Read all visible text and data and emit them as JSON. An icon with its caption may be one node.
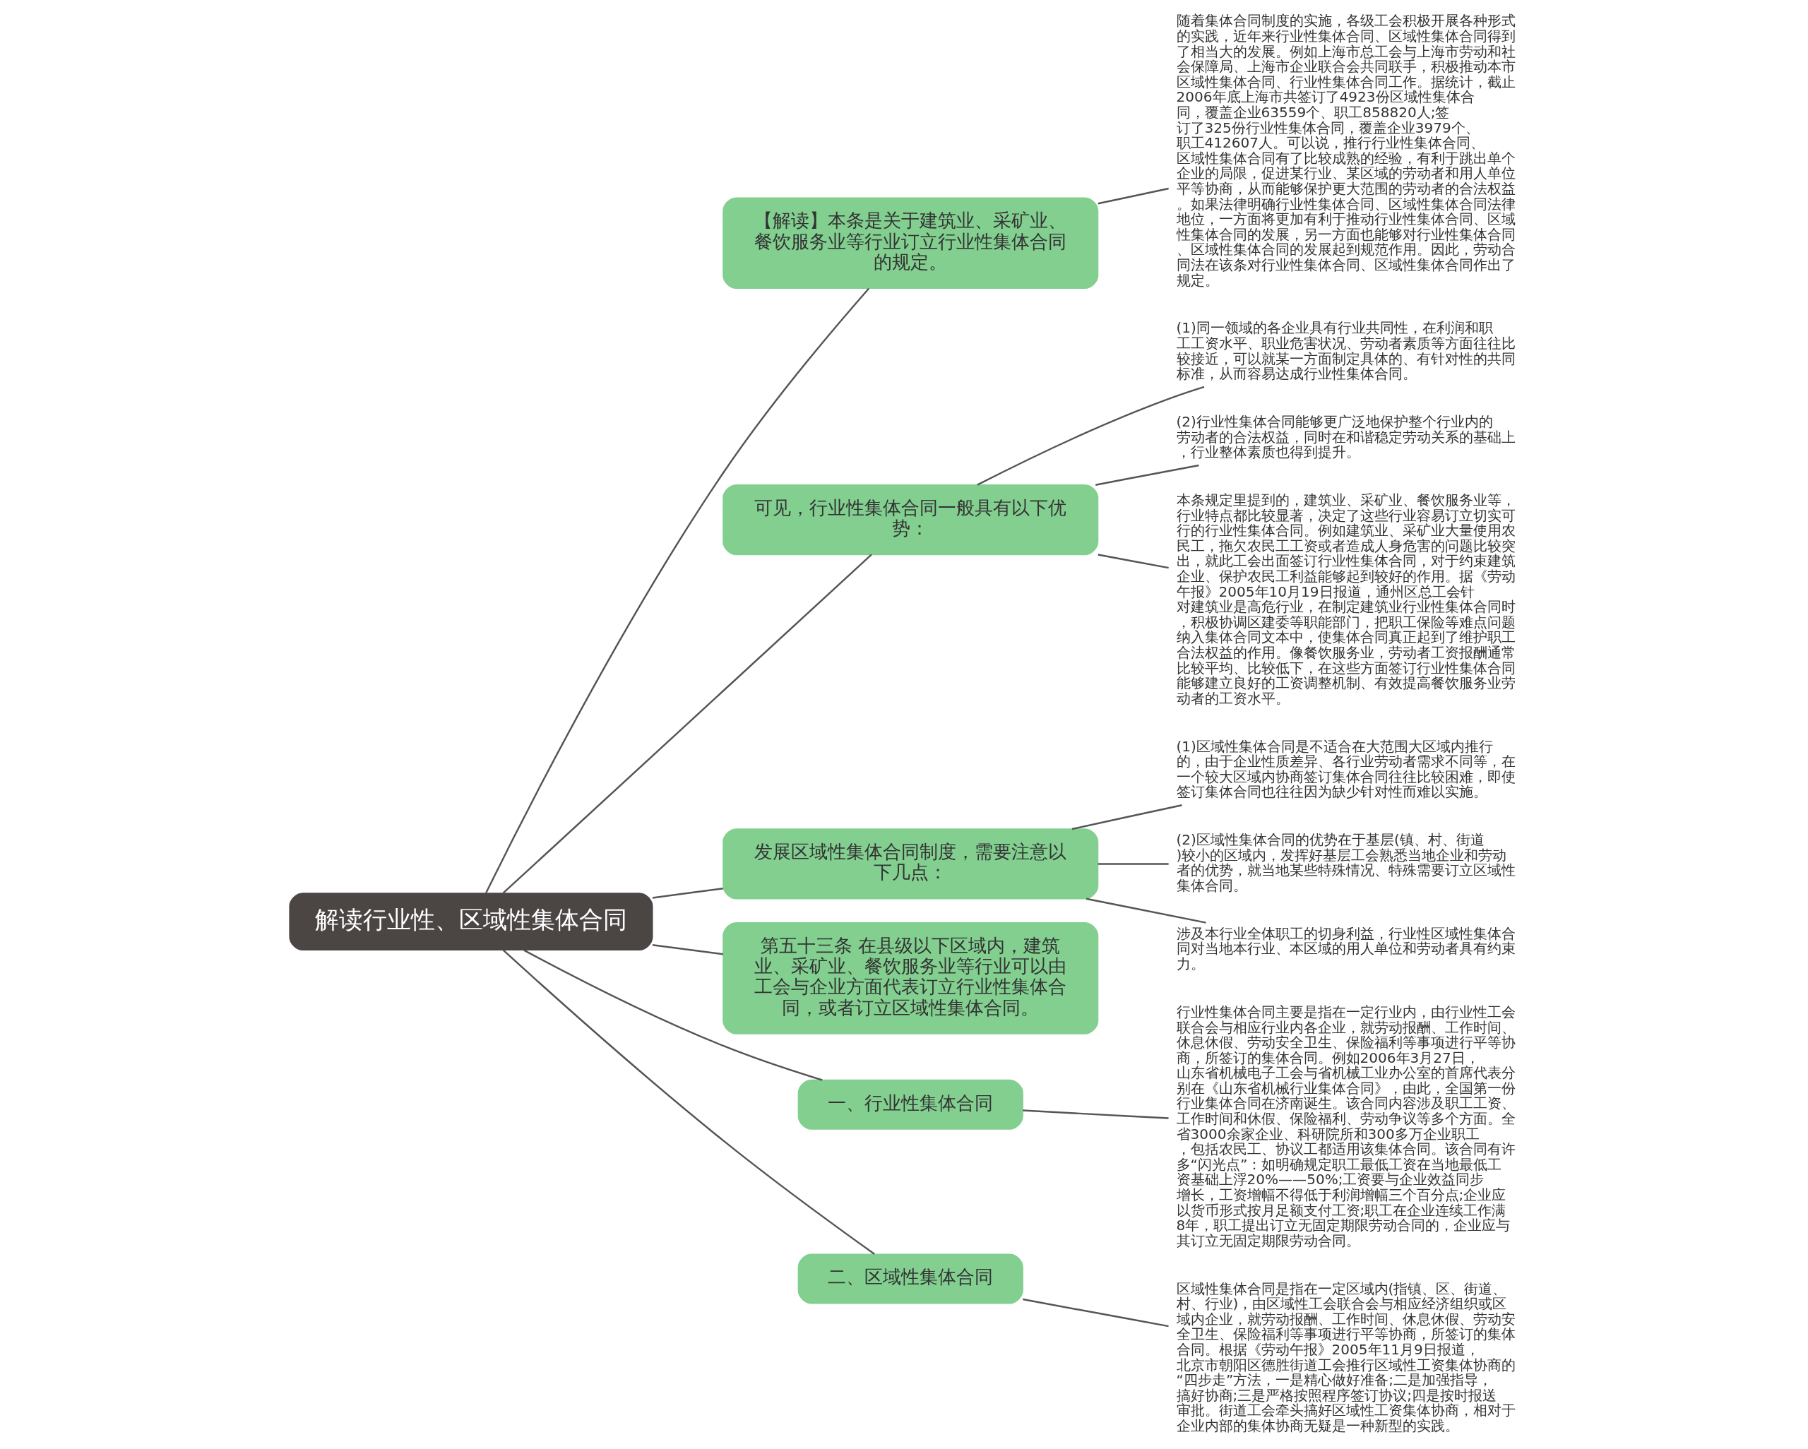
{
  "diagram": {
    "nodes": [
      {
        "text": [
          "解读行业性、区域性集体合同"
        ]
      },
      {
        "text": [
          "【解读】本条是关于建筑业、采矿业、餐饮服务业等行业订立行业性集体合同的规定。"
        ]
      },
      {
        "text": [
          "随着集体合同制度的实施，各级工会积极开展各种形式的实践，近年来行业性集体合同、区域性集体合同得到了相当大的发展。例如上海市总工会与上海市劳动和社会保障局、上海市企业联合会共同联手，积极推动本市区域性集体合同、行业性集体合同工作。据统计，截止2006年底上海市共签订了4923份区域性集体合同，覆盖企业63559个、职工858820人;签订了325份行业性集体合同，覆盖企业3979个、职工412607人。可以说，推行行业性集体合同、区域性集体合同有了比较成熟的经验，有利于跳出单个企业的局限，促进某行业、某区域的劳动者和用人单位平等协商，从而能够保护更大范围的劳动者的合法权益。如果法律明确行业性集体合同、区域性集体合同法律地位，一方面将更加有利于推动行业性集体合同、区域性集体合同的发展，另一方面也能够对行业性集体合同、区域性集体合同的发展起到规范作用。因此，劳动合同法在该条对行业性集体合同、区域性集体合同作出了规定。"
        ]
      },
      {
        "text": [
          "可见，行业性集体合同一般具有以下优势："
        ]
      },
      {
        "text": [
          "(1)同一领域的各企业具有行业共同性，在利润和职工工资水平、职业危害状况、劳动者素质等方面往往比较接近，可以就某一方面制定具体的、有针对性的共同标准，从而容易达成行业性集体合同。"
        ]
      },
      {
        "text": [
          "(2)行业性集体合同能够更广泛地保护整个行业内的劳动者的合法权益，同时在和谐稳定劳动关系的基础上，行业整体素质也得到提升。"
        ]
      },
      {
        "text": [
          "本条规定里提到的，建筑业、采矿业、餐饮服务业等，行业特点都比较显著，决定了这些行业容易订立切实可行的行业性集体合同。例如建筑业、采矿业大量使用农民工，拖欠农民工工资或者造成人身危害的问题比较突出，就此工会出面签订行业性集体合同，对于约束建筑企业、保护农民工利益能够起到较好的作用。据《劳动午报》2005年10月19日报道，通州区总工会针对建筑业是高危行业，在制定建筑业行业性集体合同时，积极协调区建委等职能部门，把职工保险等难点问题纳入集体合同文本中，使集体合同真正起到了维护职工合法权益的作用。像餐饮服务业，劳动者工资报酬通常比较平均、比较低下，在这些方面签订行业性集体合同能够建立良好的工资调整机制、有效提高餐饮服务业劳动者的工资水平。"
        ]
      },
      {
        "text": [
          "发展区域性集体合同制度，需要注意以下几点："
        ]
      },
      {
        "text": [
          "(1)区域性集体合同是不适合在大范围大区域内推行的，由于企业性质差异、各行业劳动者需求不同等，在一个较大区域内协商签订集体合同往往比较困难，即使签订集体合同也往往因为缺少针对性而难以实施。"
        ]
      },
      {
        "text": [
          "(2)区域性集体合同的优势在于基层(镇、村、街道)较小的区域内，发挥好基层工会熟悉当地企业和劳动者的优势，就当地某些特殊情况、特殊需要订立区域性集体合同。"
        ]
      },
      {
        "text": [
          "涉及本行业全体职工的切身利益，行业性区域性集体合同对当地本行业、本区域的用人单位和劳动者具有约束力。"
        ]
      },
      {
        "text": [
          "第五十三条 在县级以下区域内，建筑业、采矿业、餐饮服务业等行业可以由工会与企业方面代表订立行业性集体合同，或者订立区域性集体合同。"
        ]
      },
      {
        "text": [
          "一、行业性集体合同"
        ]
      },
      {
        "text": [
          "行业性集体合同主要是指在一定行业内，由行业性工会联合会与相应行业内各企业，就劳动报酬、工作时间、休息休假、劳动安全卫生、保险福利等事项进行平等协商，所签订的集体合同。例如2006年3月27日，山东省机械电子工会与省机械工业办公室的首席代表分别在《山东省机械行业集体合同》，由此，全国第一份行业集体合同在济南诞生。该合同内容涉及职工工资、工作时间和休假、保险福利、劳动争议等多个方面。全省3000余家企业、科研院所和300多万企业职工，包括农民工、协议工都适用该集体合同。该合同有许多“闪光点”：如明确规定职工最低工资在当地最低工资基础上浮20%——50%;工资要与企业效益同步增长，工资增幅不得低于利润增幅三个百分点;企业应以货币形式按月足额支付工资;职工在企业连续工作满8年，职工提出订立无固定期限劳动合同的，企业应与其订立无固定期限劳动合同。"
        ]
      },
      {
        "text": [
          "二、区域性集体合同"
        ]
      },
      {
        "text": [
          "区域性集体合同是指在一定区域内(指镇、区、街道、村、行业)，由区域性工会联合会与相应经济组织或区域内企业，就劳动报酬、工作时间、休息休假、劳动安全卫生、保险福利等事项进行平等协商，所签订的集体合同。根据《劳动午报》2005年11月9日报道，北京市朝阳区德胜街道工会推行区域性工资集体协商的“四步走”方法，一是精心做好准备;二是加强指导，搞好协商;三是严格按照程序签订协议;四是按时报送审批。街道工会牵头搞好区域性工资集体协商，相对于企业内部的集体协商无疑是一种新型的实践。"
        ]
      }
    ],
    "edges": [
      {
        "from": 0,
        "to": 1,
        "arrow": "none"
      },
      {
        "from": 1,
        "to": 2,
        "arrow": "none"
      },
      {
        "from": 0,
        "to": 3,
        "arrow": "none"
      },
      {
        "from": 3,
        "to": 4,
        "arrow": "none"
      },
      {
        "from": 3,
        "to": 5,
        "arrow": "none"
      },
      {
        "from": 3,
        "to": 6,
        "arrow": "none"
      },
      {
        "from": 0,
        "to": 7,
        "arrow": "none"
      },
      {
        "from": 7,
        "to": 8,
        "arrow": "none"
      },
      {
        "from": 7,
        "to": 9,
        "arrow": "none"
      },
      {
        "from": 7,
        "to": 10,
        "arrow": "none"
      },
      {
        "from": 0,
        "to": 11,
        "arrow": "none"
      },
      {
        "from": 0,
        "to": 12,
        "arrow": "none"
      },
      {
        "from": 12,
        "to": 13,
        "arrow": "none"
      },
      {
        "from": 0,
        "to": 14,
        "arrow": "none"
      },
      {
        "from": 14,
        "to": 15,
        "arrow": "none"
      }
    ]
  }
}
